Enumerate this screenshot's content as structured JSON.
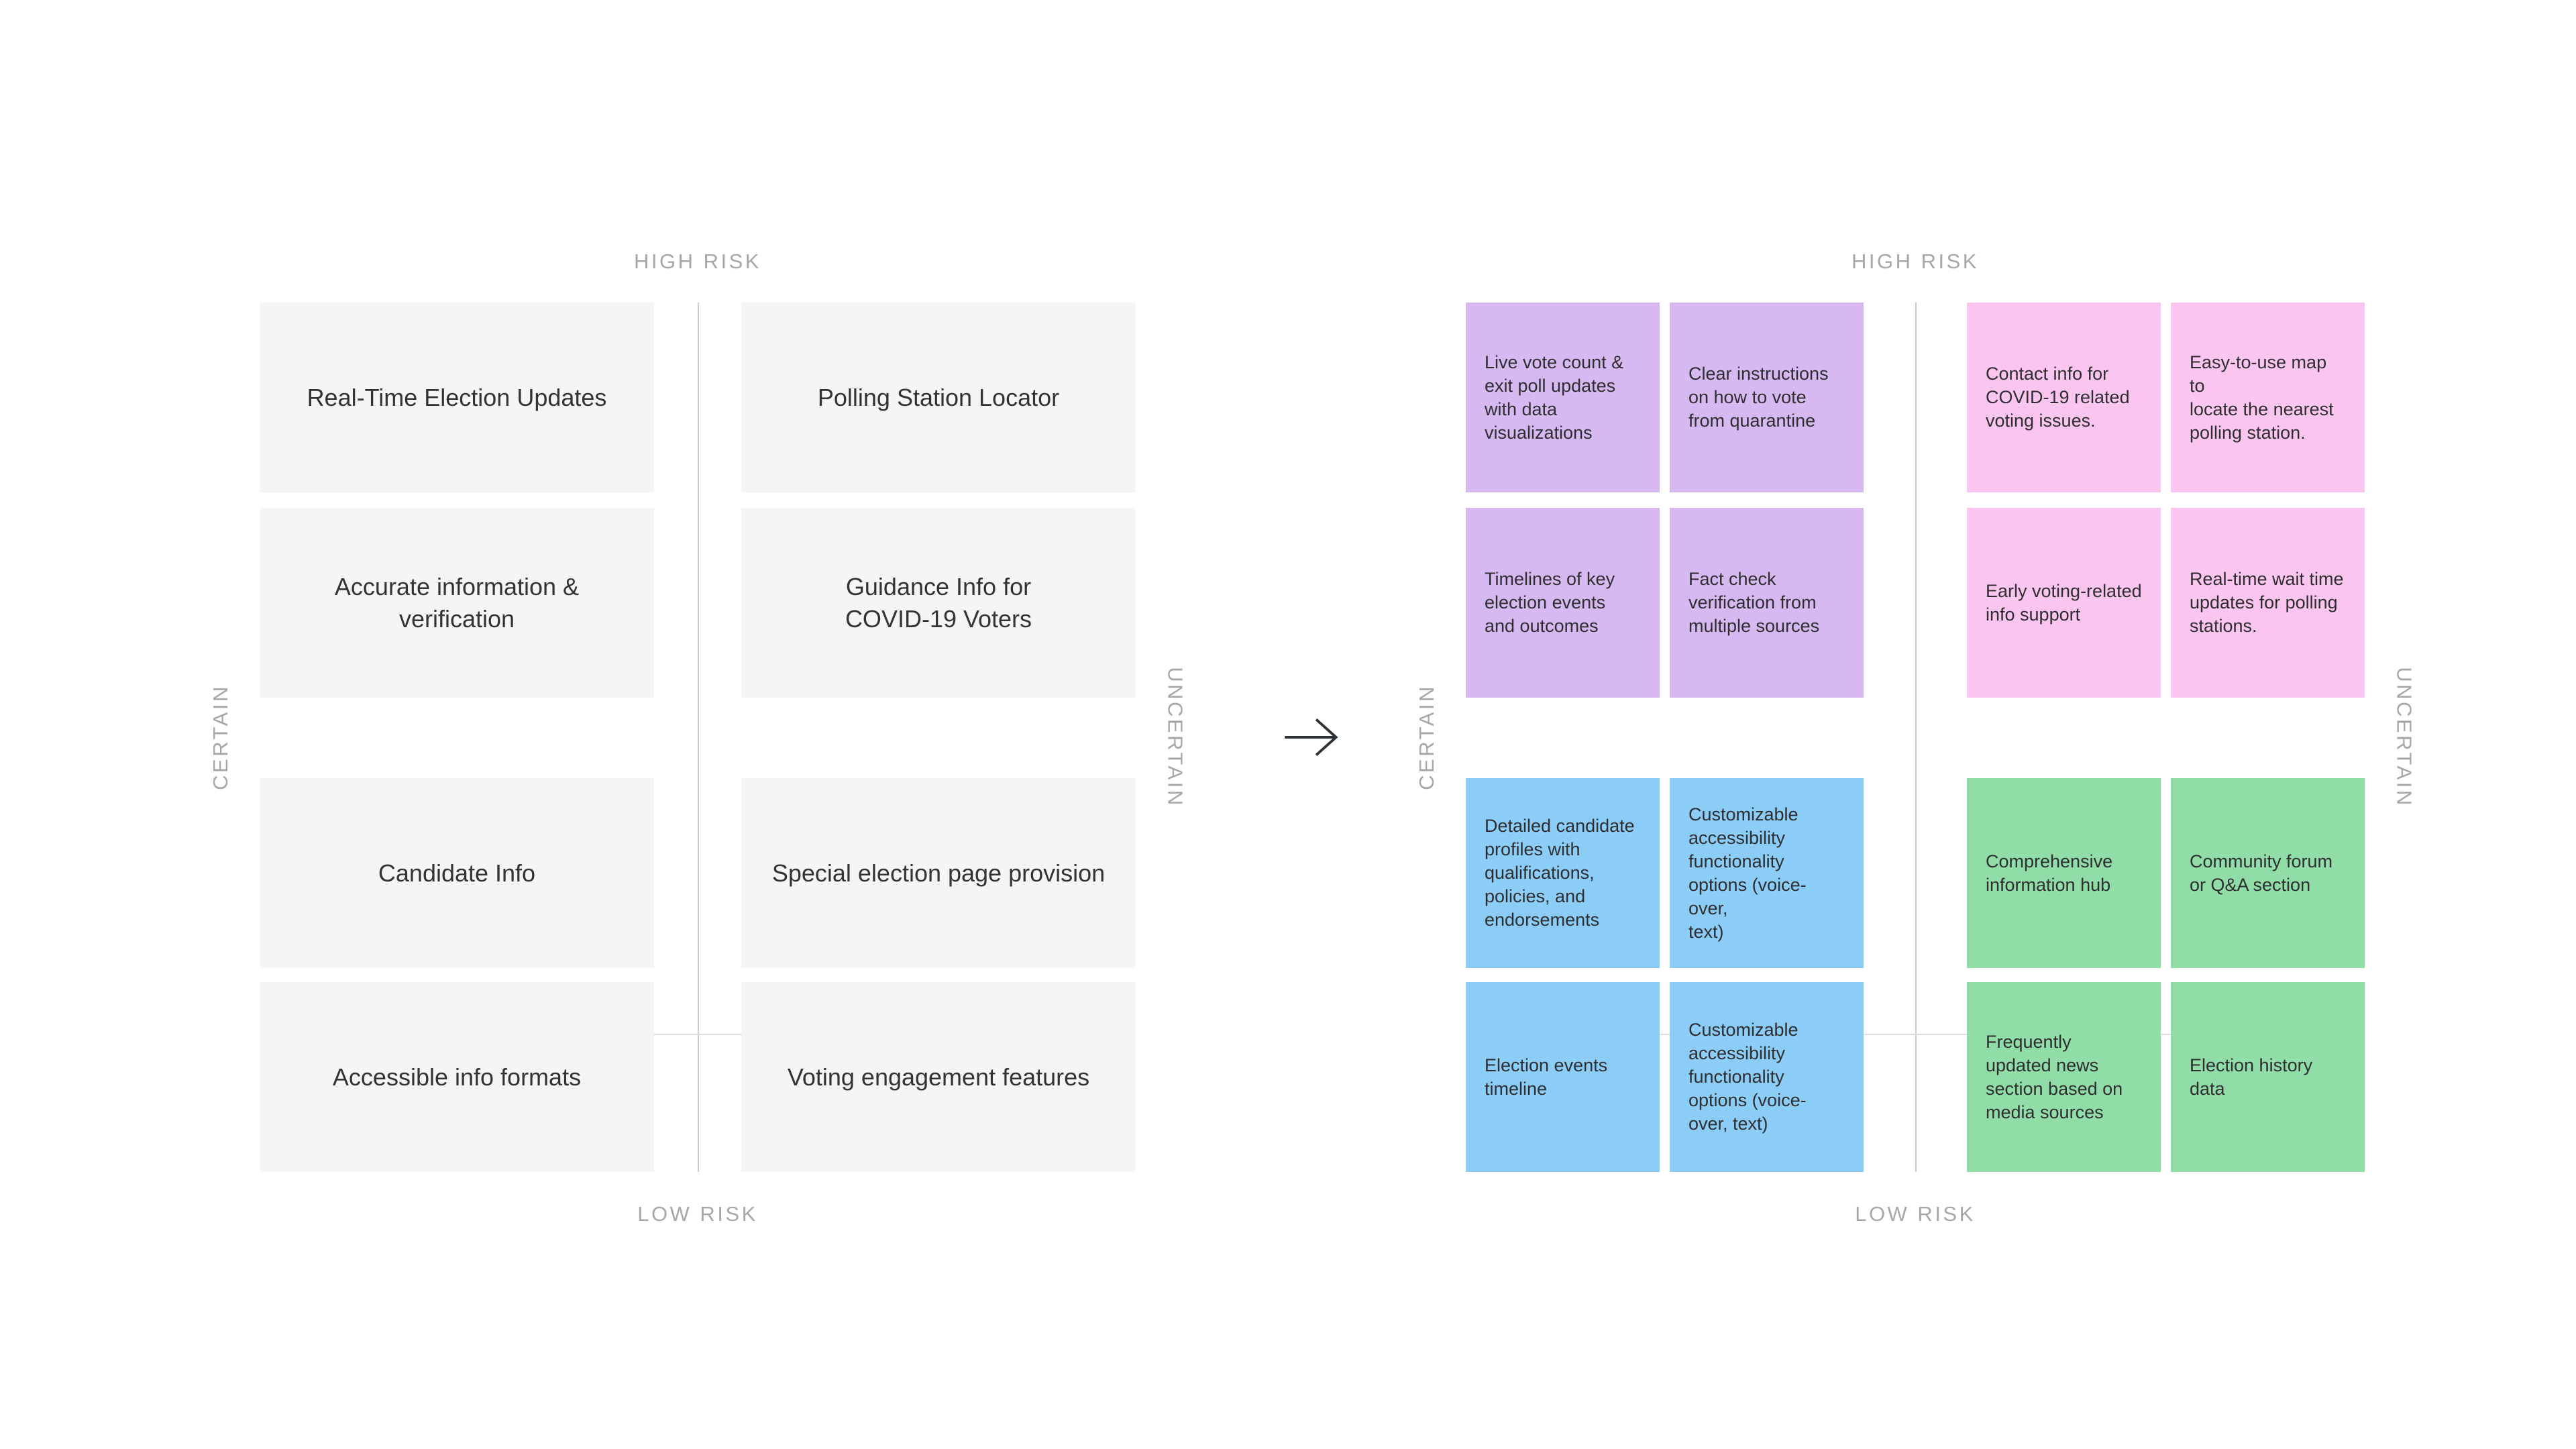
{
  "palette": {
    "bg": "#ffffff",
    "gray-box": "#f5f5f5",
    "purple": "#d7b9f2",
    "pink": "#fac5ee",
    "blue": "#8bcdf7",
    "green": "#90dda7",
    "grid-line-v": "#c6cccb",
    "grid-line-h": "#dbdfdf",
    "axis-label": "#a7a6aa",
    "box-text": "#333335",
    "note-text": "#2e2e30",
    "arrow": "#2c3236"
  },
  "left_matrix": {
    "axis": {
      "top": "HIGH RISK",
      "bottom": "LOW RISK",
      "left": "CERTAIN",
      "right": "UNCERTAIN"
    },
    "boxes": [
      "Real-Time Election Updates",
      "Polling Station Locator",
      "Accurate information &\nverification",
      "Guidance Info for\nCOVID-19 Voters",
      "Candidate Info",
      "Special election page provision",
      "Accessible info formats",
      "Voting engagement features"
    ]
  },
  "arrow": {
    "icon": "right-arrow"
  },
  "right_matrix": {
    "axis": {
      "top": "HIGH RISK",
      "bottom": "LOW RISK",
      "left": "CERTAIN",
      "right": "UNCERTAIN"
    },
    "quadrants": [
      {
        "id": "high-risk-certain",
        "color_key": "purple",
        "notes": [
          "Live vote count &\nexit poll updates\nwith data\nvisualizations",
          "Clear instructions\non how to vote\nfrom quarantine",
          "Timelines of key\nelection events\nand outcomes",
          "Fact check\nverification from\nmultiple sources"
        ]
      },
      {
        "id": "high-risk-uncertain",
        "color_key": "pink",
        "notes": [
          "Contact info for\nCOVID-19 related\nvoting issues.",
          "Easy-to-use map to\nlocate the nearest\npolling station.",
          "Early voting-related\ninfo support",
          "Real-time wait time\nupdates for polling\nstations."
        ]
      },
      {
        "id": "low-risk-certain",
        "color_key": "blue",
        "notes": [
          "Detailed candidate\nprofiles with\nqualifications,\npolicies, and\nendorsements",
          "Customizable\naccessibility\nfunctionality\noptions (voice-over,\ntext)",
          "Election events\ntimeline",
          "Customizable\naccessibility\nfunctionality\noptions (voice-\nover, text)"
        ]
      },
      {
        "id": "low-risk-uncertain",
        "color_key": "green",
        "notes": [
          "Comprehensive\ninformation hub",
          "Community forum\nor Q&A section",
          "Frequently\nupdated news\nsection based on\nmedia sources",
          "Election history\ndata"
        ]
      }
    ]
  }
}
